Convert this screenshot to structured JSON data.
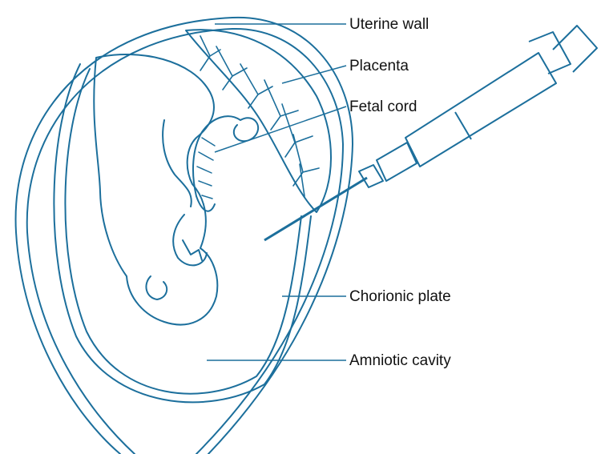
{
  "labels": {
    "uterine_wall": "Uterine wall",
    "placenta": "Placenta",
    "fetal_cord": "Fetal cord",
    "chorionic_plate": "Chorionic plate",
    "amniotic_cavity": "Amniotic cavity"
  },
  "colors": {
    "line": "#1c6f9c",
    "text": "#111111",
    "background": "#ffffff"
  }
}
